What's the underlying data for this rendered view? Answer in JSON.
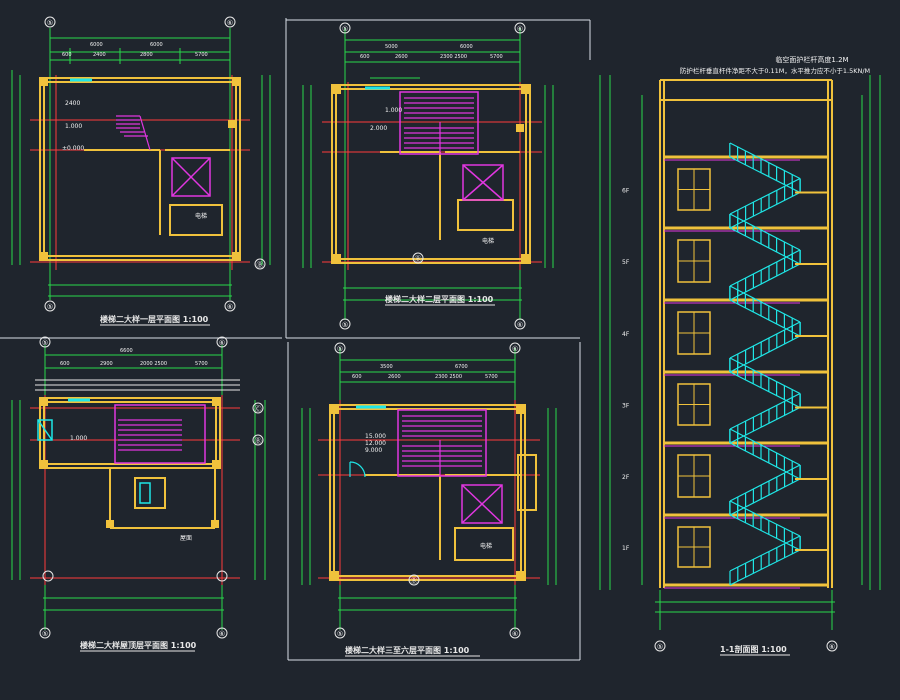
{
  "drawing": {
    "background": "#1f252d",
    "colors": {
      "wall": "#f0c23c",
      "dimension": "#29d94a",
      "axis_red": "#ff3b3b",
      "stair": "#e036e0",
      "elevator": "#e036e0",
      "section_stair": "#1fe6e6",
      "text": "#f2f2f2",
      "frame": "#d8e0e8"
    }
  },
  "panels": {
    "plan1": {
      "title": "楼梯二大样一层平面图 1:100",
      "axis_left": "⑤",
      "axis_right": "⑥",
      "axis_row": "Ⓑ",
      "labels": {
        "elevator": "电梯"
      }
    },
    "plan2": {
      "title": "楼梯二大样二层平面图 1:100",
      "axis_left": "⑤",
      "axis_right": "⑥",
      "axis_row": "Ⓑ",
      "labels": {
        "elevator": "电梯"
      }
    },
    "plan_roof": {
      "title": "楼梯二大样屋顶层平面图 1:100",
      "axis_left": "⑤",
      "axis_right": "⑥",
      "axis_row_c": "Ⓒ",
      "axis_row_b": "Ⓑ",
      "labels": {
        "roof": "屋面"
      }
    },
    "plan3": {
      "title": "楼梯二大样三至六层平面图 1:100",
      "axis_left": "⑤",
      "axis_right": "⑥",
      "axis_row": "Ⓑ",
      "labels": {
        "elevator": "电梯"
      }
    },
    "section": {
      "title": "1-1剖面图 1:100",
      "note1": "临空面护栏杆高度1.2M",
      "note2": "防护栏杆垂直杆件净距不大于0.11M，水平推力应不小于1.5KN/M",
      "axis_left": "⑤",
      "axis_right": "⑥",
      "floor_labels": [
        "1F",
        "2F",
        "3F",
        "4F",
        "5F",
        "6F"
      ]
    }
  }
}
